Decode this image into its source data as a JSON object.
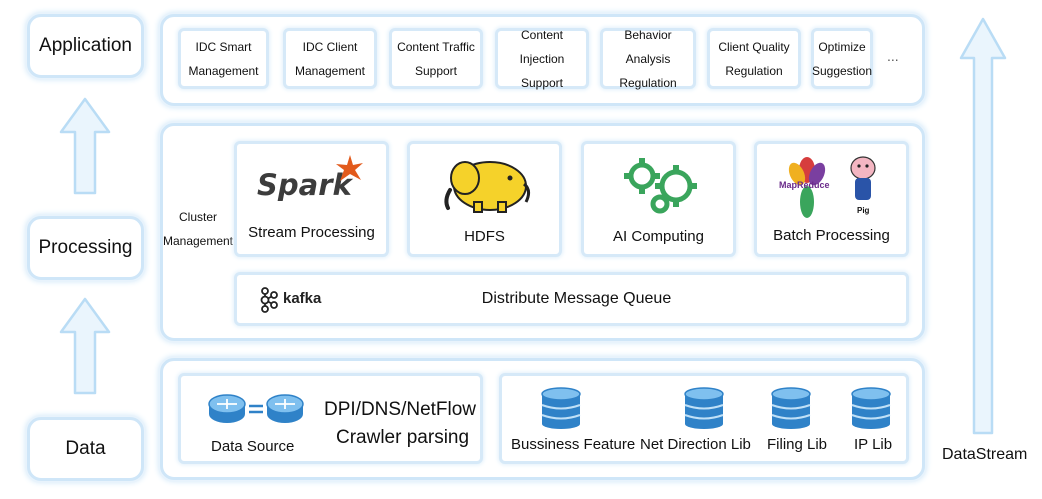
{
  "layers": {
    "application": "Application",
    "processing": "Processing",
    "data": "Data"
  },
  "application_items": [
    {
      "line1": "IDC Smart",
      "line2": "Management"
    },
    {
      "line1": "IDC Client",
      "line2": "Management"
    },
    {
      "line1": "Content Traffic",
      "line2": "Support"
    },
    {
      "line1": "Content Injection",
      "line2": "Support"
    },
    {
      "line1": "Behavior Analysis",
      "line2": "Regulation"
    },
    {
      "line1": "Client Quality",
      "line2": "Regulation"
    },
    {
      "line1": "Optimize",
      "line2": "Suggestion"
    }
  ],
  "application_more": "...",
  "processing": {
    "cluster_line1": "Cluster",
    "cluster_line2": "Management",
    "spark_logo": "Spark",
    "stream": "Stream Processing",
    "hdfs": "HDFS",
    "ai": "AI Computing",
    "mapreduce_logo": "MapReduce",
    "pig_logo": "Pig",
    "batch": "Batch Processing",
    "kafka_logo": "kafka",
    "mq": "Distribute Message Queue"
  },
  "data": {
    "source_label": "Data Source",
    "parse_line1": "DPI/DNS/NetFlow",
    "parse_line2": "Crawler parsing",
    "libs": [
      "Bussiness Feature",
      "Net Direction Lib",
      "Filing Lib",
      "IP Lib"
    ]
  },
  "datastream": "DataStream",
  "colors": {
    "border_glow": "#cfe6f8",
    "arrow_fill": "#eaf5fd",
    "arrow_stroke": "#b9dcf5",
    "icon_blue": "#3b93d6",
    "spark_orange": "#e25a1c",
    "ai_green": "#3aa55c",
    "hadoop_yellow": "#f5d22a"
  }
}
